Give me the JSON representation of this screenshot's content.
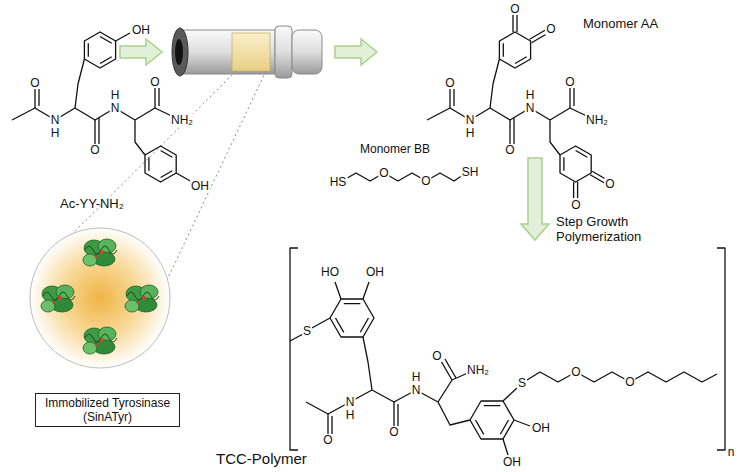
{
  "diagram": {
    "nodes": [
      {
        "text": [
          "Ac-YY-NH₂"
        ]
      },
      {
        "text": [
          "Monomer AA"
        ]
      },
      {
        "text": [
          "Monomer BB"
        ]
      },
      {
        "text": [
          "TCC-Polymer"
        ]
      },
      {
        "text": [
          "Immobilized Tyrosinase (SinATyr)"
        ]
      }
    ],
    "edges": [
      {
        "from": 1,
        "to": 3,
        "arrow": "to",
        "label": "Step Growth Polymerization"
      }
    ],
    "labels": [
      "O",
      "OH",
      "N",
      "H",
      "H",
      "N",
      "O",
      "NH₂",
      "O",
      "OH",
      "O",
      "O",
      "O",
      "N",
      "H",
      "H",
      "N",
      "O",
      "NH₂",
      "O",
      "O",
      "O",
      "HS",
      "O",
      "O",
      "SH",
      "HO",
      "OH",
      "S",
      "O",
      "NH₂",
      "H",
      "N",
      "S",
      "O",
      "O",
      "N",
      "H",
      "OH",
      "O",
      "O",
      "OH",
      "n"
    ]
  }
}
